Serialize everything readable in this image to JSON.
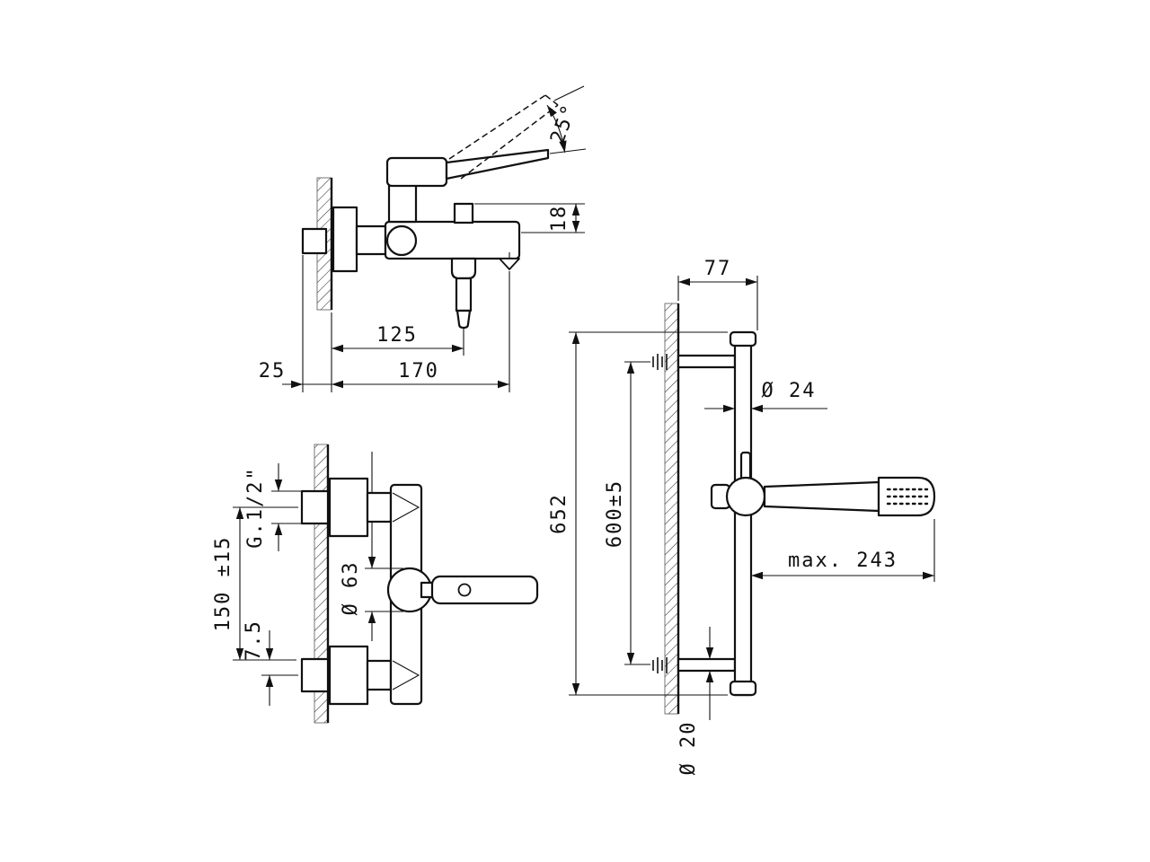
{
  "drawing": {
    "side_view": {
      "lever_angle": "25°",
      "spout_offset": "18",
      "outlet_distance": "125",
      "total_projection": "170",
      "wall_clearance": "25"
    },
    "front_view": {
      "thread_size": "G.1/2\"",
      "inlet_spacing": "150 ±15",
      "eccentric_offset": "7.5",
      "body_diameter": "Ø 63"
    },
    "column_view": {
      "wall_distance": "77",
      "rail_diameter": "Ø 24",
      "rail_length": "652",
      "fixing_distance": "600±5",
      "max_reach": "max. 243",
      "hose_diameter": "Ø 20"
    }
  }
}
